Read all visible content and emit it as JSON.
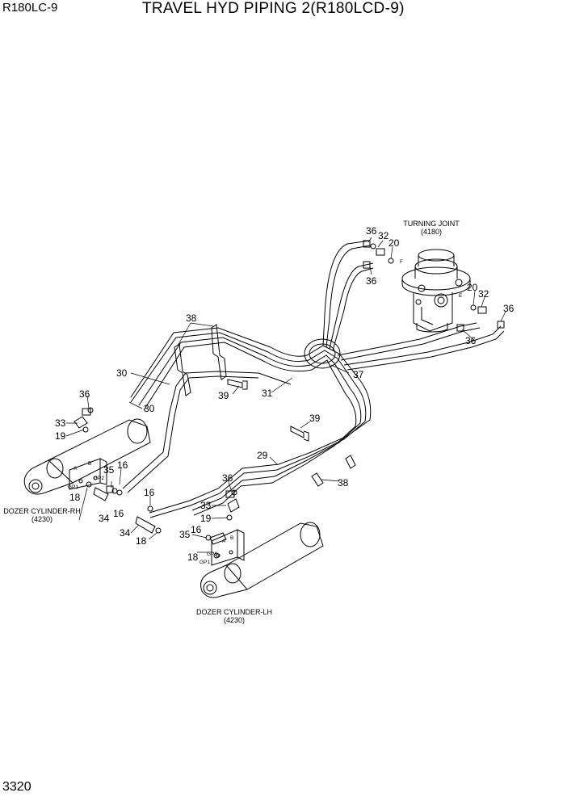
{
  "header": {
    "model": "R180LC-9",
    "title": "TRAVEL HYD PIPING 2(R180LCD-9)"
  },
  "footer": {
    "page_number": "3320"
  },
  "components": {
    "turning_joint": {
      "name": "TURNING JOINT",
      "ref": "(4180)",
      "port_e": "E",
      "port_f": "F"
    },
    "dozer_cylinder_rh": {
      "name": "DOZER CYLINDER-RH",
      "ref": "(4230)",
      "port_a": "A",
      "port_b": "B",
      "port_gp1": "GP1",
      "port_gp2": "GP2"
    },
    "dozer_cylinder_lh": {
      "name": "DOZER CYLINDER-LH",
      "ref": "(4230)",
      "port_a": "A",
      "port_b": "B",
      "port_gp1": "GP1",
      "port_gp2": "GP2"
    }
  },
  "callouts": {
    "c36a": "36",
    "c32a": "32",
    "c20a": "20",
    "c36b": "36",
    "c20b": "20",
    "c32b": "32",
    "c36c": "36",
    "c36d": "36",
    "c38a": "38",
    "c37": "37",
    "c30a": "30",
    "c30b": "30",
    "c31": "31",
    "c39a": "39",
    "c39b": "39",
    "c36e": "36",
    "c33a": "33",
    "c19a": "19",
    "c35a": "35",
    "c16a": "16",
    "c18a": "18",
    "c34a": "34",
    "c16b": "16",
    "c16c": "16",
    "c34b": "34",
    "c18b": "18",
    "c29": "29",
    "c36f": "36",
    "c33b": "33",
    "c19b": "19",
    "c35b": "35",
    "c16d": "16",
    "c18c": "18",
    "c38b": "38"
  }
}
